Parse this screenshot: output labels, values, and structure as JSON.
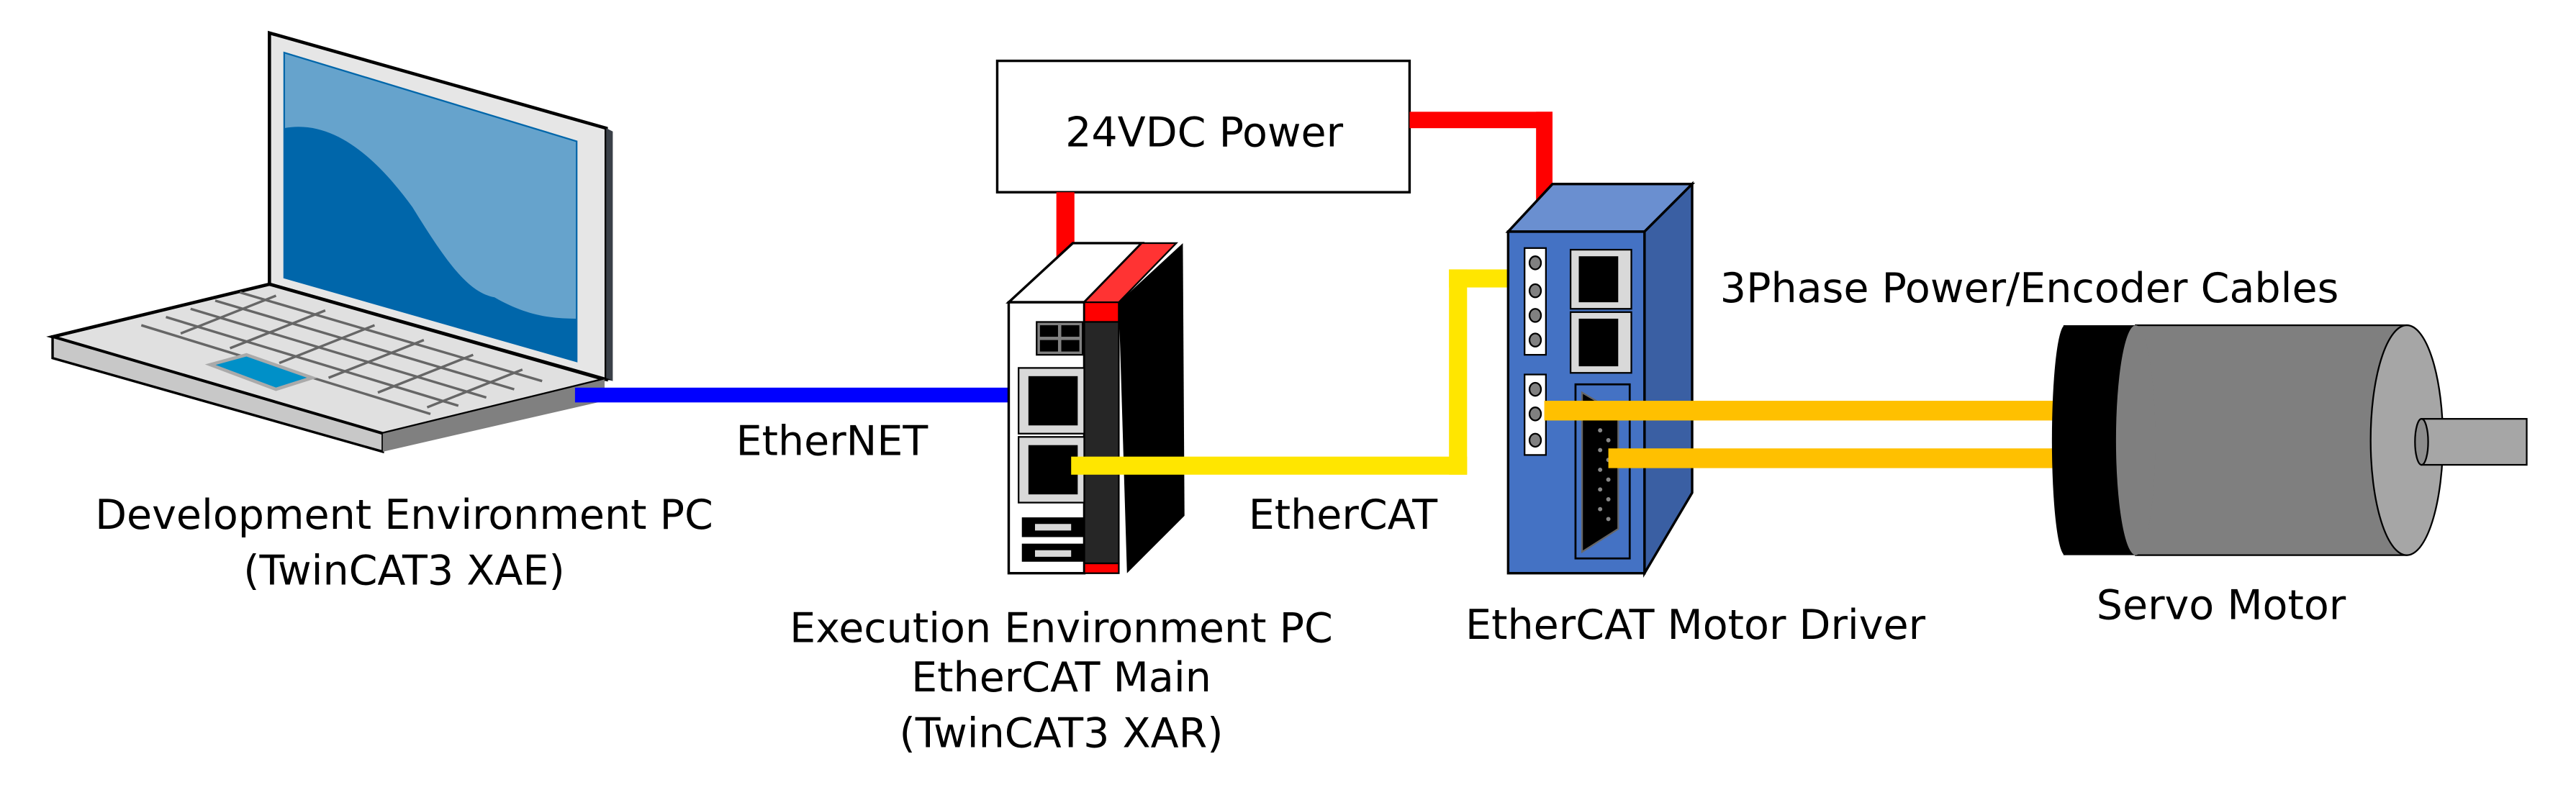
{
  "nodes": {
    "dev_pc": {
      "line1": "Development Environment PC",
      "line2": "(TwinCAT3 XAE)"
    },
    "exec_pc": {
      "line1": "Execution Environment PC",
      "line2": "EtherCAT Main",
      "line3": "(TwinCAT3 XAR)"
    },
    "power": {
      "label": "24VDC Power"
    },
    "driver": {
      "label": "EtherCAT Motor Driver"
    },
    "motor": {
      "label": "Servo Motor"
    }
  },
  "connections": {
    "ethernet": {
      "label": "EtherNET",
      "color": "#0000FF"
    },
    "ethercat": {
      "label": "EtherCAT",
      "color": "#FFE600"
    },
    "power_cable": {
      "color": "#FF0000"
    },
    "motor_cables": {
      "label": "3Phase Power/Encoder Cables",
      "color": "#FFC000"
    }
  },
  "colors": {
    "driver_front": "#4472C4",
    "driver_side": "#3A5FA3",
    "driver_top": "#6A8FD0",
    "plc_accent": "#FF0000",
    "laptop_screen_light": "#66A3CC",
    "laptop_screen_dark": "#0066AA"
  }
}
